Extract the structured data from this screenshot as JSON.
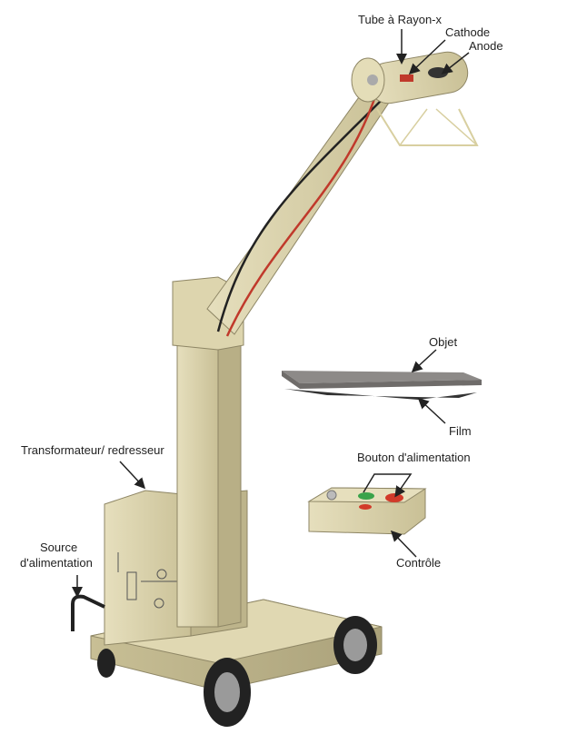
{
  "title": "Appareil à rayons X mobile",
  "labels": {
    "tube": "Tube à Rayon-x",
    "cathode": "Cathode",
    "anode": "Anode",
    "objet": "Objet",
    "film": "Film",
    "transformateur": "Transformateur/ redresseur",
    "bouton": "Bouton d'alimentation",
    "controle": "Contrôle",
    "source_line1": "Source",
    "source_line2": "d'alimentation"
  },
  "colors": {
    "body": "#d9d1a8",
    "body_dark": "#b9b088",
    "cable_red": "#c0392b",
    "cable_black": "#222222",
    "button_green": "#3aa34a",
    "button_red": "#d23a2a"
  }
}
